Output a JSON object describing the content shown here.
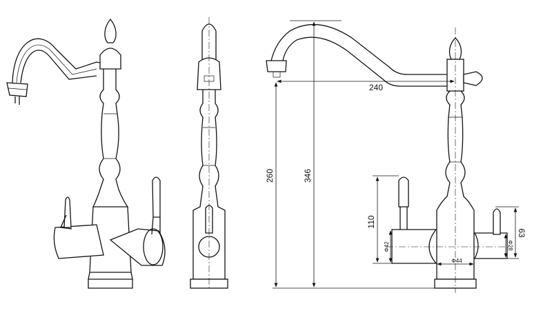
{
  "drawing": {
    "title": "Faucet technical drawing",
    "views": [
      "perspective",
      "side",
      "front"
    ],
    "dimensions": {
      "spout_reach": "240",
      "spout_height": "260",
      "total_height": "346",
      "lever_height": "110",
      "right_body_height": "63",
      "left_diameter": "Φ42",
      "base_diameter": "Φ44",
      "right_diameter": "Φ28"
    }
  }
}
